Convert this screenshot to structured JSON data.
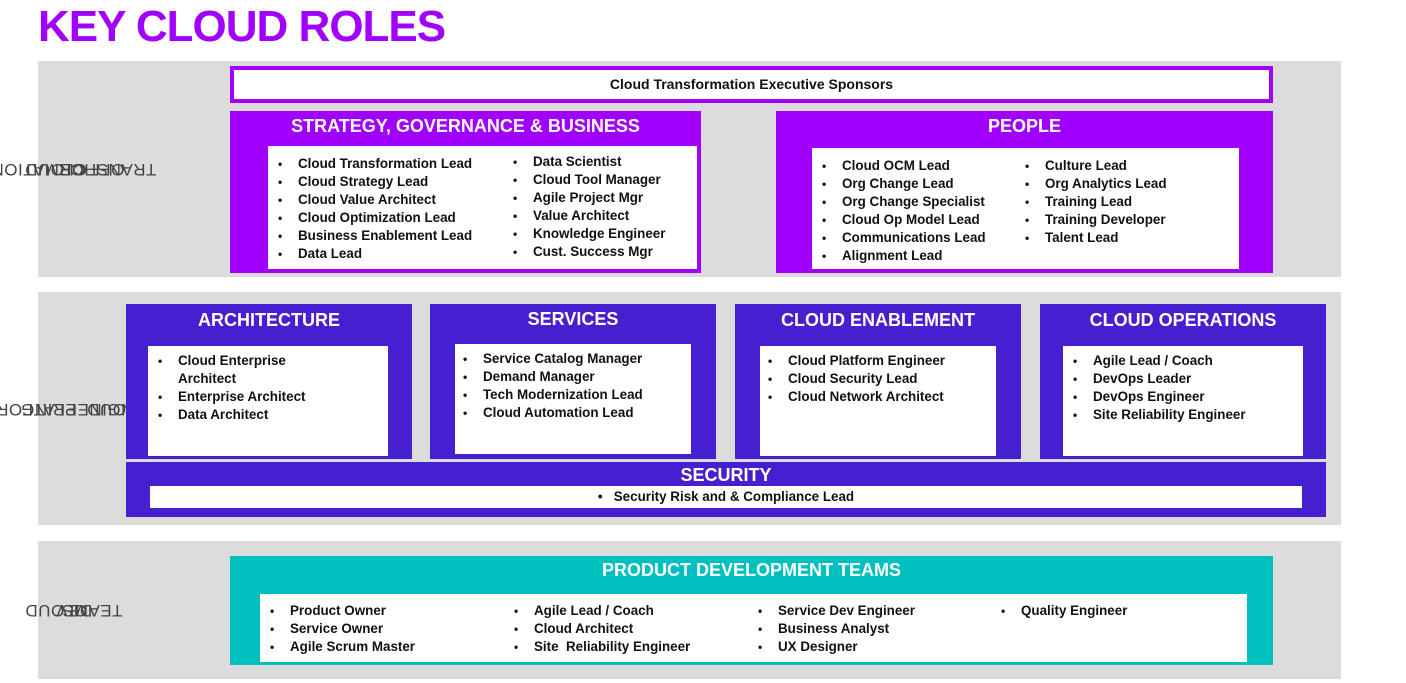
{
  "title": "KEY CLOUD ROLES",
  "bands": {
    "transformation": {
      "label_lines": [
        "CLOUD",
        "TRANSFORMATION",
        "OFFICE"
      ]
    },
    "platform": {
      "label_lines": [
        "CLOUD  PLATFORM",
        "ENGINEERING"
      ]
    },
    "dev": {
      "label_lines": [
        "CLOUD",
        "DEV",
        "TEAMS"
      ]
    }
  },
  "sponsors": "Cloud Transformation Executive Sponsors",
  "strategy": {
    "title": "STRATEGY, GOVERNANCE & BUSINESS",
    "col1": [
      "Cloud Transformation Lead",
      "Cloud Strategy Lead",
      "Cloud Value Architect",
      "Cloud Optimization Lead",
      "Business Enablement Lead",
      "Data Lead"
    ],
    "col2": [
      "Data Scientist",
      "Cloud Tool Manager",
      "Agile Project Mgr",
      "Value Architect",
      "Knowledge Engineer",
      "Cust. Success Mgr"
    ]
  },
  "people": {
    "title": "PEOPLE",
    "col1": [
      "Cloud OCM Lead",
      "Org Change Lead",
      "Org Change Specialist",
      "Cloud Op Model Lead",
      "Communications Lead",
      "Alignment Lead"
    ],
    "col2": [
      "Culture Lead",
      "Org Analytics Lead",
      "Training Lead",
      "Training Developer",
      "Talent Lead"
    ]
  },
  "architecture": {
    "title": "ARCHITECTURE",
    "items": [
      "Cloud Enterprise",
      "Architect",
      "Enterprise Architect",
      "Data Architect"
    ]
  },
  "services": {
    "title": "SERVICES",
    "items": [
      "Service Catalog Manager",
      "Demand Manager",
      "Tech Modernization Lead",
      "Cloud Automation Lead"
    ]
  },
  "enablement": {
    "title": "CLOUD ENABLEMENT",
    "items": [
      "Cloud Platform Engineer",
      "Cloud Security Lead",
      "Cloud Network Architect"
    ]
  },
  "operations": {
    "title": "CLOUD OPERATIONS",
    "items": [
      "Agile Lead / Coach",
      "DevOps Leader",
      "DevOps Engineer",
      "Site Reliability Engineer"
    ]
  },
  "security": {
    "title": "SECURITY",
    "item": "•   Security Risk and & Compliance Lead"
  },
  "product": {
    "title": "PRODUCT DEVELOPMENT TEAMS",
    "col1": [
      "Product Owner",
      "Service Owner",
      "Agile Scrum Master"
    ],
    "col2": [
      "Agile Lead / Coach",
      "Cloud Architect",
      "Site  Reliability Engineer"
    ],
    "col3": [
      "Service Dev Engineer",
      "Business Analyst",
      "UX Designer"
    ],
    "col4": [
      "Quality Engineer"
    ]
  },
  "colors": {
    "purple": "#a100ff",
    "indigo": "#4620d0",
    "teal": "#00bfbf",
    "band": "#dcdcdc"
  }
}
